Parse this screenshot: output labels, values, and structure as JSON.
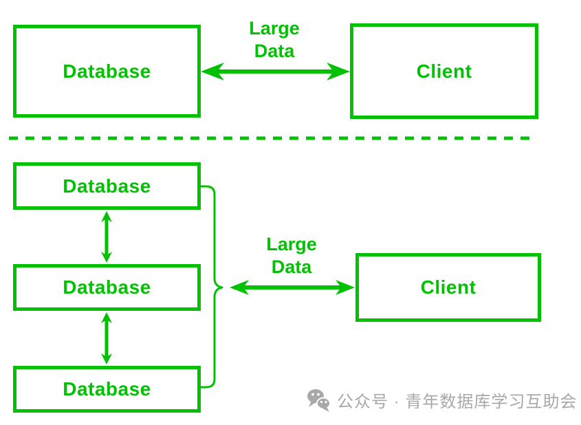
{
  "colors": {
    "green": "#02C102",
    "watermark_gray": "#A8A8A8",
    "background": "#FFFFFF"
  },
  "top_section": {
    "database": {
      "label": "Database"
    },
    "client": {
      "label": "Client"
    },
    "arrow_label": {
      "line1": "Large",
      "line2": "Data"
    }
  },
  "bottom_section": {
    "databases": [
      {
        "label": "Database"
      },
      {
        "label": "Database"
      },
      {
        "label": "Database"
      }
    ],
    "client": {
      "label": "Client"
    },
    "arrow_label": {
      "line1": "Large",
      "line2": "Data"
    }
  },
  "watermark": {
    "icon": "wechat-icon",
    "text": "公众号 · 青年数据库学习互助会"
  }
}
